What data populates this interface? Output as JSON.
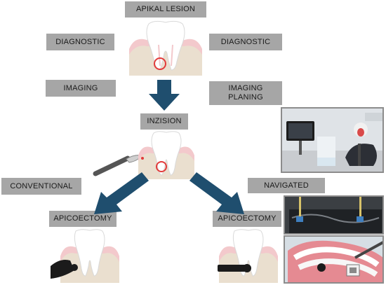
{
  "labels": {
    "apical_lesion": "APIKAL LESION",
    "diagnostic_left": "DIAGNOSTIC",
    "diagnostic_right": "DIAGNOSTIC",
    "imaging": "IMAGING",
    "imaging_planing_line1": "IMAGING",
    "imaging_planing_line2": "PLANING",
    "inzision": "INZISION",
    "conventional": "CONVENTIONAL",
    "navigated": "NAVIGATED",
    "apicoectomy_left": "APICOECTOMY",
    "apicoectomy_right": "APICOECTOMY"
  },
  "colors": {
    "label_bg": "#a6a6a6",
    "arrow": "#1f4e6e",
    "gum": "#f3c9cc",
    "bone": "#eadfcf",
    "tooth": "#ffffff",
    "lesion": "#e23b3b"
  },
  "icons": {
    "arrow_down": "arrow-down-icon",
    "arrow_left": "arrow-down-left-icon",
    "arrow_right": "arrow-down-right-icon",
    "scalpel": "scalpel-icon",
    "drill": "drill-icon"
  }
}
